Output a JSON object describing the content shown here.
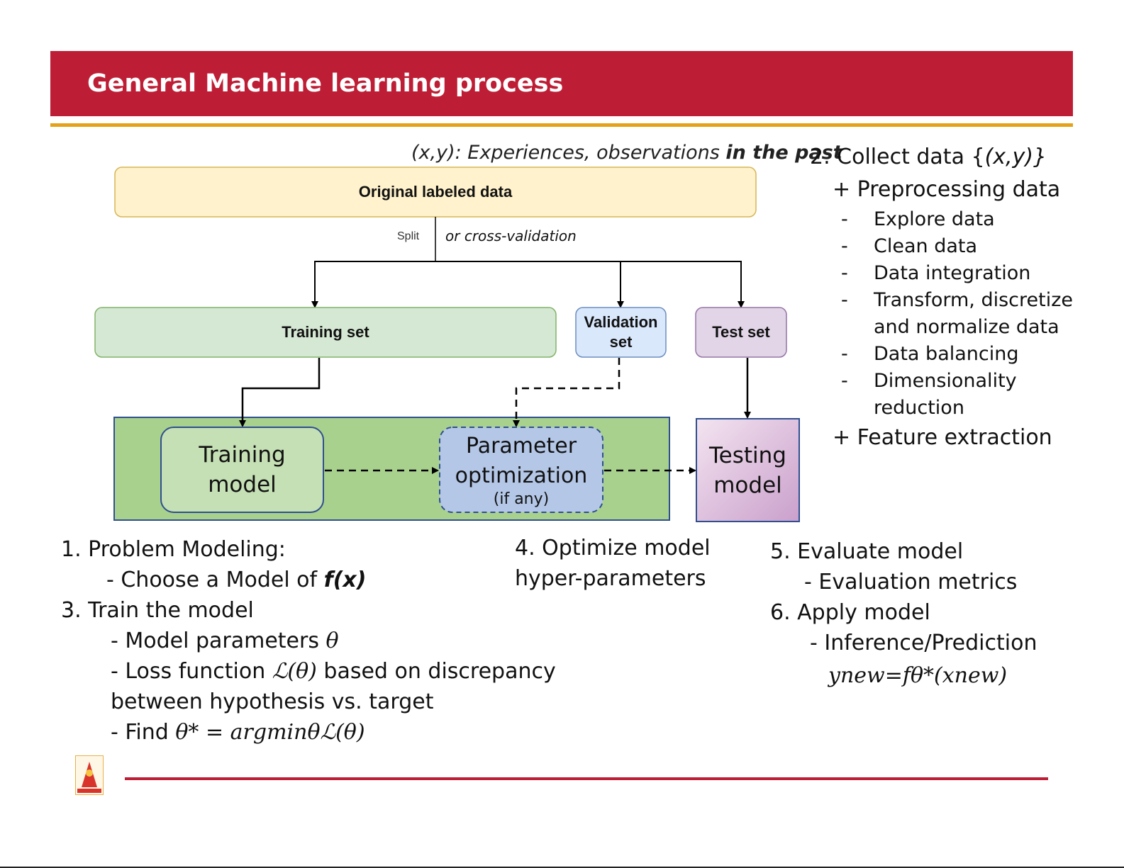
{
  "header": {
    "title": "General Machine learning process"
  },
  "colors": {
    "title_bar": "#be1e35",
    "title_underline": "#e3a21a",
    "original_data_fill": "#fff2cc",
    "training_set_fill": "#d5e8d4",
    "validation_fill": "#dae8fc",
    "test_set_fill": "#e1d5e7",
    "process_panel_fill": "#a9d18e",
    "footer_line": "#be1e35"
  },
  "diagram": {
    "caption_prefix": "(x,y): Experiences, observations ",
    "caption_emphasis": "in the past",
    "original_data": "Original labeled data",
    "split_label": "Split",
    "cross_validation_label": "or cross-validation",
    "training_set": "Training set",
    "validation_set_line1": "Validation",
    "validation_set_line2": "set",
    "test_set": "Test set",
    "training_model_line1": "Training",
    "training_model_line2": "model",
    "param_opt_line1": "Parameter",
    "param_opt_line2": "optimization",
    "param_opt_line3": "(if any)",
    "testing_model_line1": "Testing",
    "testing_model_line2": "model"
  },
  "collect": {
    "heading_prefix": "2. Collect data {",
    "heading_emphasis": "(x,y)}",
    "preprocessing": "+ Preprocessing data",
    "dash": "-",
    "items": [
      "Explore data",
      "Clean data",
      "Data integration",
      "Transform, discretize",
      "and normalize data",
      "Data balancing",
      "Dimensionality",
      "reduction"
    ],
    "feature_extraction": "+ Feature extraction"
  },
  "steps_left": {
    "problem_modeling": "1. Problem Modeling:",
    "choose_model_prefix": "- Choose a Model of ",
    "choose_model_emphasis": "f(x)",
    "train_model": "3. Train the model",
    "model_params_prefix": "- Model parameters ",
    "theta": "θ",
    "loss_prefix": "- Loss function ",
    "loss_symbol": "ℒ(θ)",
    "loss_suffix": " based on discrepancy",
    "loss_line2": "between hypothesis vs. target",
    "find_prefix": "- Find ",
    "find_formula": "θ* = argminθℒ(θ)"
  },
  "steps_middle": {
    "optimize_line1": "4. Optimize model",
    "optimize_line2": "hyper-parameters"
  },
  "steps_right": {
    "evaluate": "5. Evaluate model",
    "metrics": "- Evaluation metrics",
    "apply": "6. Apply model",
    "inference": "- Inference/Prediction",
    "formula": "ynew=fθ*(xnew)"
  }
}
